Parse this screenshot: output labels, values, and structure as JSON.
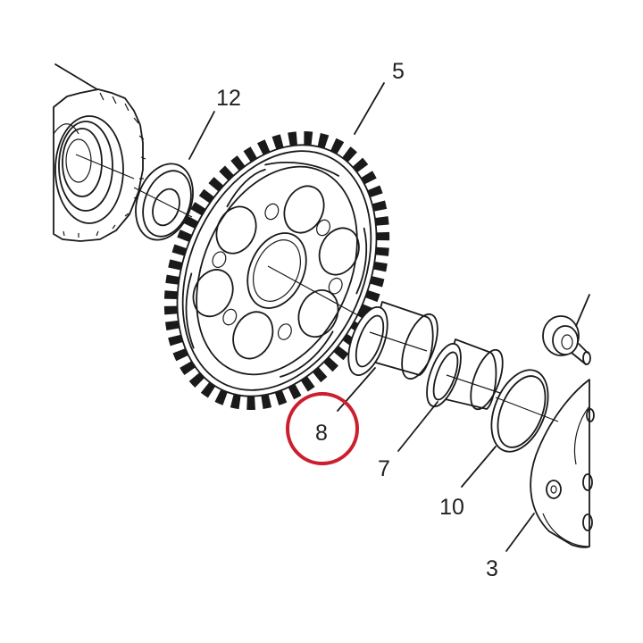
{
  "parts": [
    {
      "number": "12"
    },
    {
      "number": "5"
    },
    {
      "number": "8"
    },
    {
      "number": "7"
    },
    {
      "number": "10"
    },
    {
      "number": "3"
    }
  ],
  "highlight": {
    "part_number": "8",
    "color": "#cc1f2d"
  }
}
